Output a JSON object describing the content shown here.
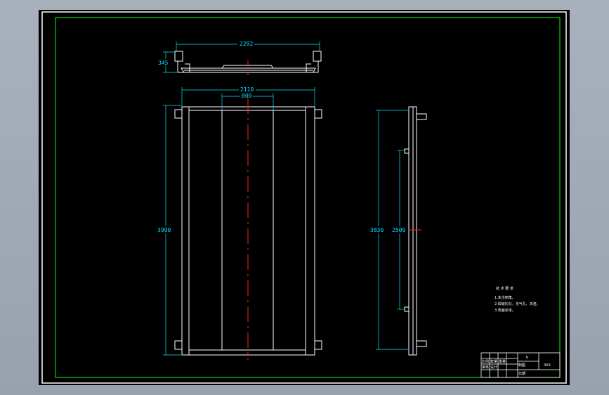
{
  "drawing": {
    "top_view": {
      "width_dim": "2292",
      "height_dim": "345"
    },
    "front_view": {
      "overall_width_dim": "2110",
      "center_width_dim": "800",
      "height_dim": "3990"
    },
    "side_view": {
      "height_dim": "3830",
      "spacing_dim": "2500"
    },
    "notes": {
      "title": "技 术 要 求",
      "lines": [
        "1.未注倒角。",
        "2.焊缝均匀，无气孔、夹渣。",
        "3.表面涂漆。"
      ]
    },
    "title_block": {
      "mark": "b",
      "cells": [
        "比例",
        "数量",
        "重量",
        "制图",
        "审核",
        "设计",
        "日期"
      ],
      "code": "3A3"
    }
  }
}
